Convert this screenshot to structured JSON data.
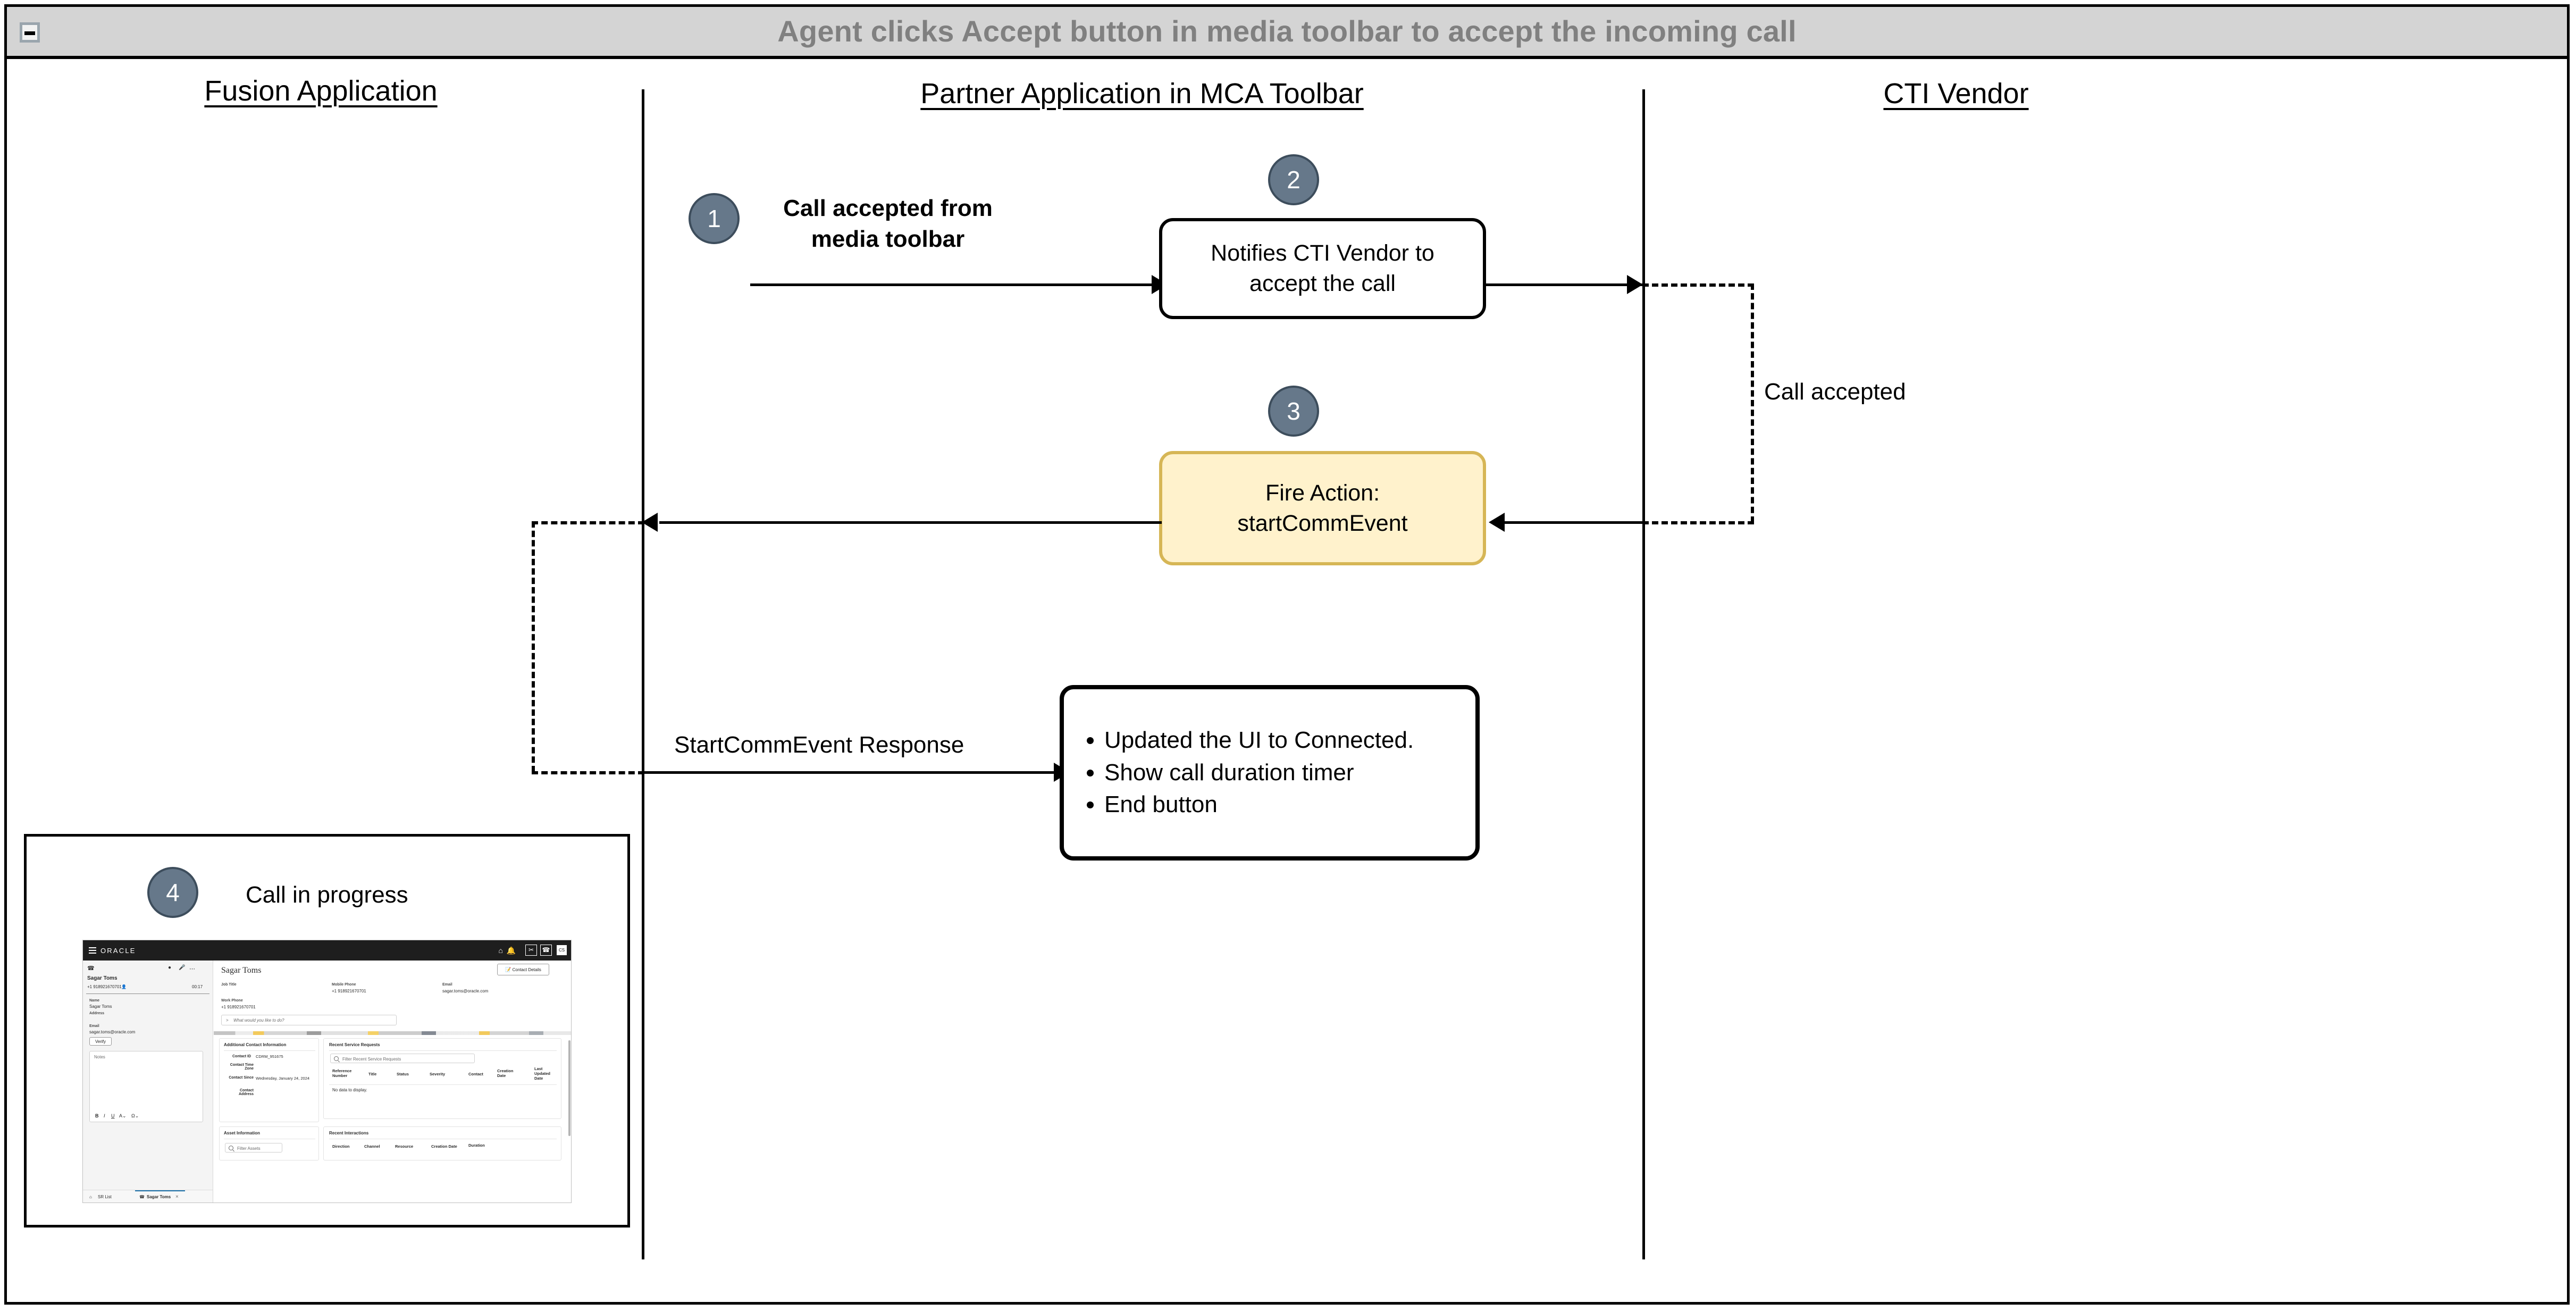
{
  "window": {
    "title": "Agent clicks Accept button in media toolbar to accept the incoming call",
    "collapse_icon": "minimize-icon"
  },
  "columns": [
    {
      "id": "fusion",
      "label": "Fusion Application"
    },
    {
      "id": "partner",
      "label": "Partner Application in MCA Toolbar"
    },
    {
      "id": "cti",
      "label": "CTI Vendor"
    }
  ],
  "steps": [
    {
      "number": "1",
      "label": "Call accepted from\nmedia toolbar"
    },
    {
      "number": "2",
      "label": "Notifies CTI Vendor to accept the call"
    },
    {
      "number": "3",
      "label": "Fire Action:\nstartCommEvent"
    },
    {
      "number": "4",
      "label": "Call in progress"
    }
  ],
  "badges": {
    "one": "1",
    "two": "2",
    "three": "3",
    "four": "4"
  },
  "boxes": {
    "notify": {
      "line1": "Notifies CTI Vendor to",
      "line2": "accept the call"
    },
    "fire": {
      "line1": "Fire Action:",
      "line2": "startCommEvent",
      "fill": "#fff2cc",
      "stroke": "#d6b656"
    },
    "result": {
      "items": [
        "Updated the UI to Connected.",
        "Show call duration timer",
        "End button"
      ]
    }
  },
  "labels": {
    "call_accepted_from_media_toolbar_l1": "Call accepted from",
    "call_accepted_from_media_toolbar_l2": "media toolbar",
    "call_accepted": "Call accepted",
    "startcommevent_response": "StartCommEvent Response",
    "call_in_progress": "Call in progress"
  },
  "colors": {
    "badge_fill": "#66788a",
    "badge_stroke": "#3d4d5c",
    "title_bar": "#d4d4d4",
    "title_text": "#808080",
    "yellow_fill": "#fff2cc",
    "yellow_stroke": "#d6b656"
  },
  "screenshot": {
    "brand": "ORACLE",
    "header_icons": [
      "home-icon",
      "bell-icon",
      "scissors-icon",
      "phone-icon"
    ],
    "avatar_initials": "CS",
    "call_panel": {
      "contact_name": "Sagar Toms",
      "phone": "+1 918921670701",
      "timer": "00:17",
      "mute_icon": "mute-icon",
      "mic_icon": "microphone-icon",
      "more_icon": "more-icon",
      "phone_icon": "phone-icon"
    },
    "contact_fields": [
      {
        "label": "Name",
        "value": "Sagar Toms"
      },
      {
        "label": "Address",
        "value": ""
      },
      {
        "label": "Email",
        "value": "sagar.toms@oracle.com"
      }
    ],
    "verify_button": "Verify",
    "notes_placeholder": "Notes",
    "editor_tools": [
      "B",
      "I",
      "U",
      "A",
      "Ω"
    ],
    "tabs": [
      {
        "label": "SR List",
        "icon": "home-icon",
        "active": false
      },
      {
        "label": "Sagar Toms",
        "icon": "phone-icon",
        "active": true,
        "close": "×"
      }
    ],
    "detail": {
      "title": "Sagar Toms",
      "contact_details_button": "Contact Details",
      "fields": [
        {
          "label": "Job Title",
          "value": ""
        },
        {
          "label": "Mobile Phone",
          "value": "+1 918921670701"
        },
        {
          "label": "Email",
          "value": "sagar.toms@oracle.com"
        },
        {
          "label": "Work Phone",
          "value": "+1 918921670701"
        }
      ],
      "action_prompt": "What would you like to do?"
    },
    "additional_contact_information": {
      "title": "Additional Contact Information",
      "rows": [
        {
          "label": "Contact ID",
          "value": "CDRM_951675"
        },
        {
          "label": "Contact Time Zone",
          "value": ""
        },
        {
          "label": "Contact Since",
          "value": "Wednesday, January 24, 2024"
        },
        {
          "label": "Contact Address",
          "value": ""
        }
      ]
    },
    "asset_information": {
      "title": "Asset Information",
      "filter_placeholder": "Filter Assets"
    },
    "recent_service_requests": {
      "title": "Recent Service Requests",
      "filter_placeholder": "Filter Recent Service Requests",
      "columns": [
        "Reference Number",
        "Title",
        "Status",
        "Severity",
        "Contact",
        "Creation Date",
        "Last Updated Date"
      ],
      "empty_text": "No data to display."
    },
    "recent_interactions": {
      "title": "Recent Interactions",
      "columns": [
        "Direction",
        "Channel",
        "Resource",
        "Creation Date",
        "Duration"
      ]
    }
  }
}
